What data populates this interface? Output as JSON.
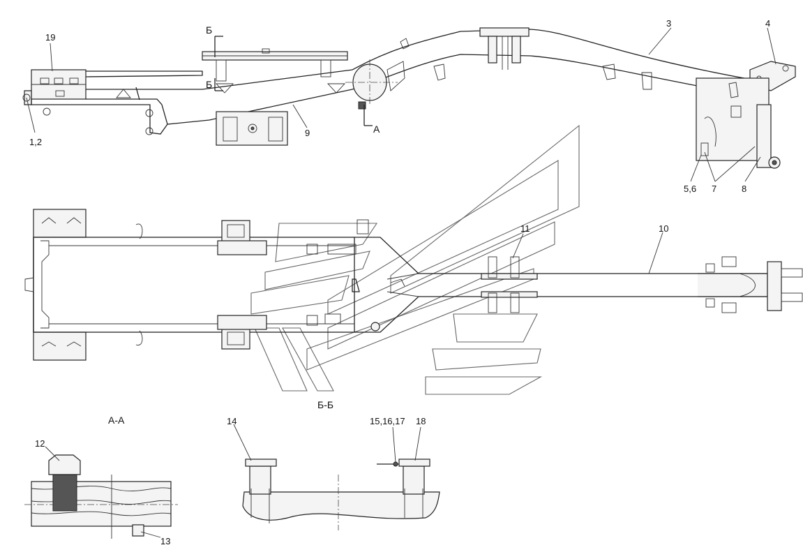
{
  "callouts": {
    "c19": "19",
    "c1_2": "1,2",
    "c3": "3",
    "c4": "4",
    "c9": "9",
    "c5_6": "5,6",
    "c7": "7",
    "c8": "8",
    "c10": "10",
    "c11": "11",
    "c12": "12",
    "c13": "13",
    "c14": "14",
    "c15_16_17": "15,16,17",
    "c18": "18"
  },
  "section_marks": {
    "b_top": "Б",
    "b_bottom": "Б",
    "a": "А"
  },
  "section_titles": {
    "a_a": "А-А",
    "b_b": "Б-Б"
  }
}
